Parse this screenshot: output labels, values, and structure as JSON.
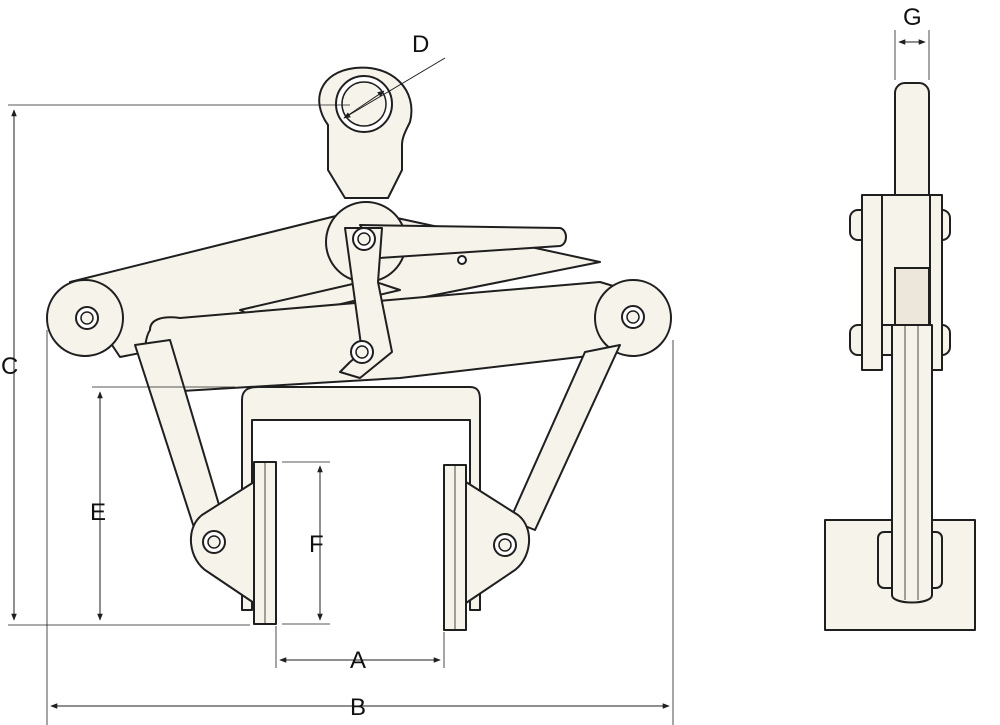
{
  "labels": {
    "a": "A",
    "b": "B",
    "c": "C",
    "d": "D",
    "e": "E",
    "f": "F",
    "g": "G"
  },
  "colors": {
    "part_fill": "#f6f3ea",
    "line": "#1f1f1f",
    "background": "#ffffff"
  }
}
